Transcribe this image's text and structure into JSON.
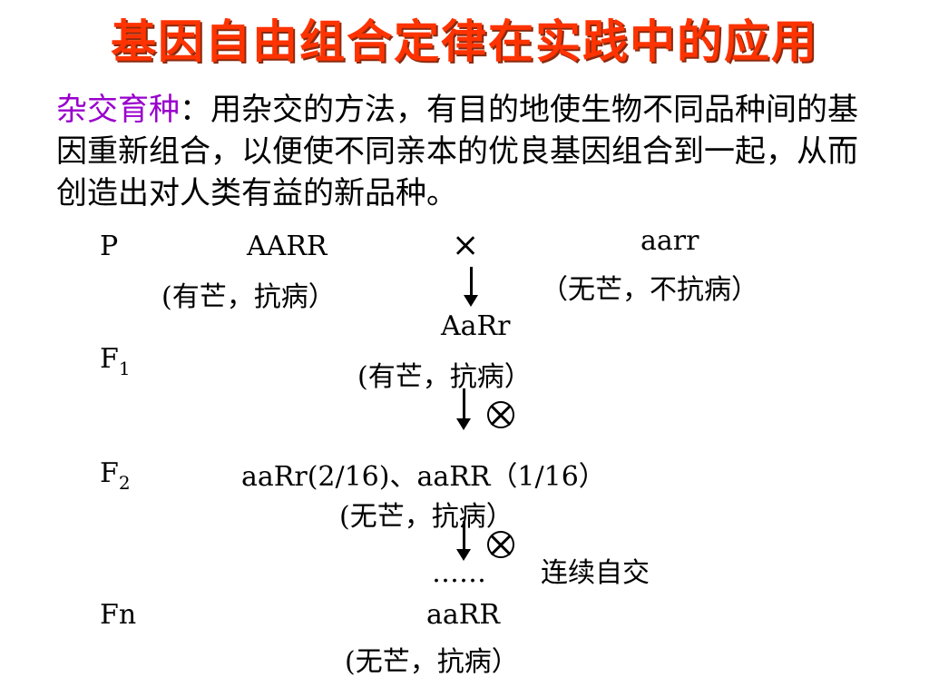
{
  "title": "基因自由组合定律在实践中的应用",
  "intro": {
    "term": "杂交育种",
    "text": "：用杂交的方法，有目的地使生物不同品种间的基因重新组合，以便使不同亲本的优良基因组合到一起，从而创造出对人类有益的新品种。"
  },
  "generations": {
    "p": "P",
    "f1_base": "F",
    "f1_sub": "1",
    "f2_base": "F",
    "f2_sub": "2",
    "fn": "Fn"
  },
  "cross_symbol": "×",
  "parents": {
    "left_genotype": "AARR",
    "left_phenotype": "(有芒，抗病）",
    "right_genotype": "aarr",
    "right_phenotype": "（无芒，不抗病）"
  },
  "f1": {
    "genotype": "AaRr",
    "phenotype": "(有芒，抗病）"
  },
  "f2": {
    "genotype": "aaRr(2/16)、aaRR（1/16）",
    "phenotype": "(无芒，抗病）"
  },
  "continuation": {
    "dots": "……",
    "label": "连续自交"
  },
  "fn": {
    "genotype": "aaRR",
    "phenotype": "(无芒，抗病）"
  },
  "colors": {
    "title": "#ff3300",
    "term": "#9900cc",
    "text": "#000000"
  }
}
